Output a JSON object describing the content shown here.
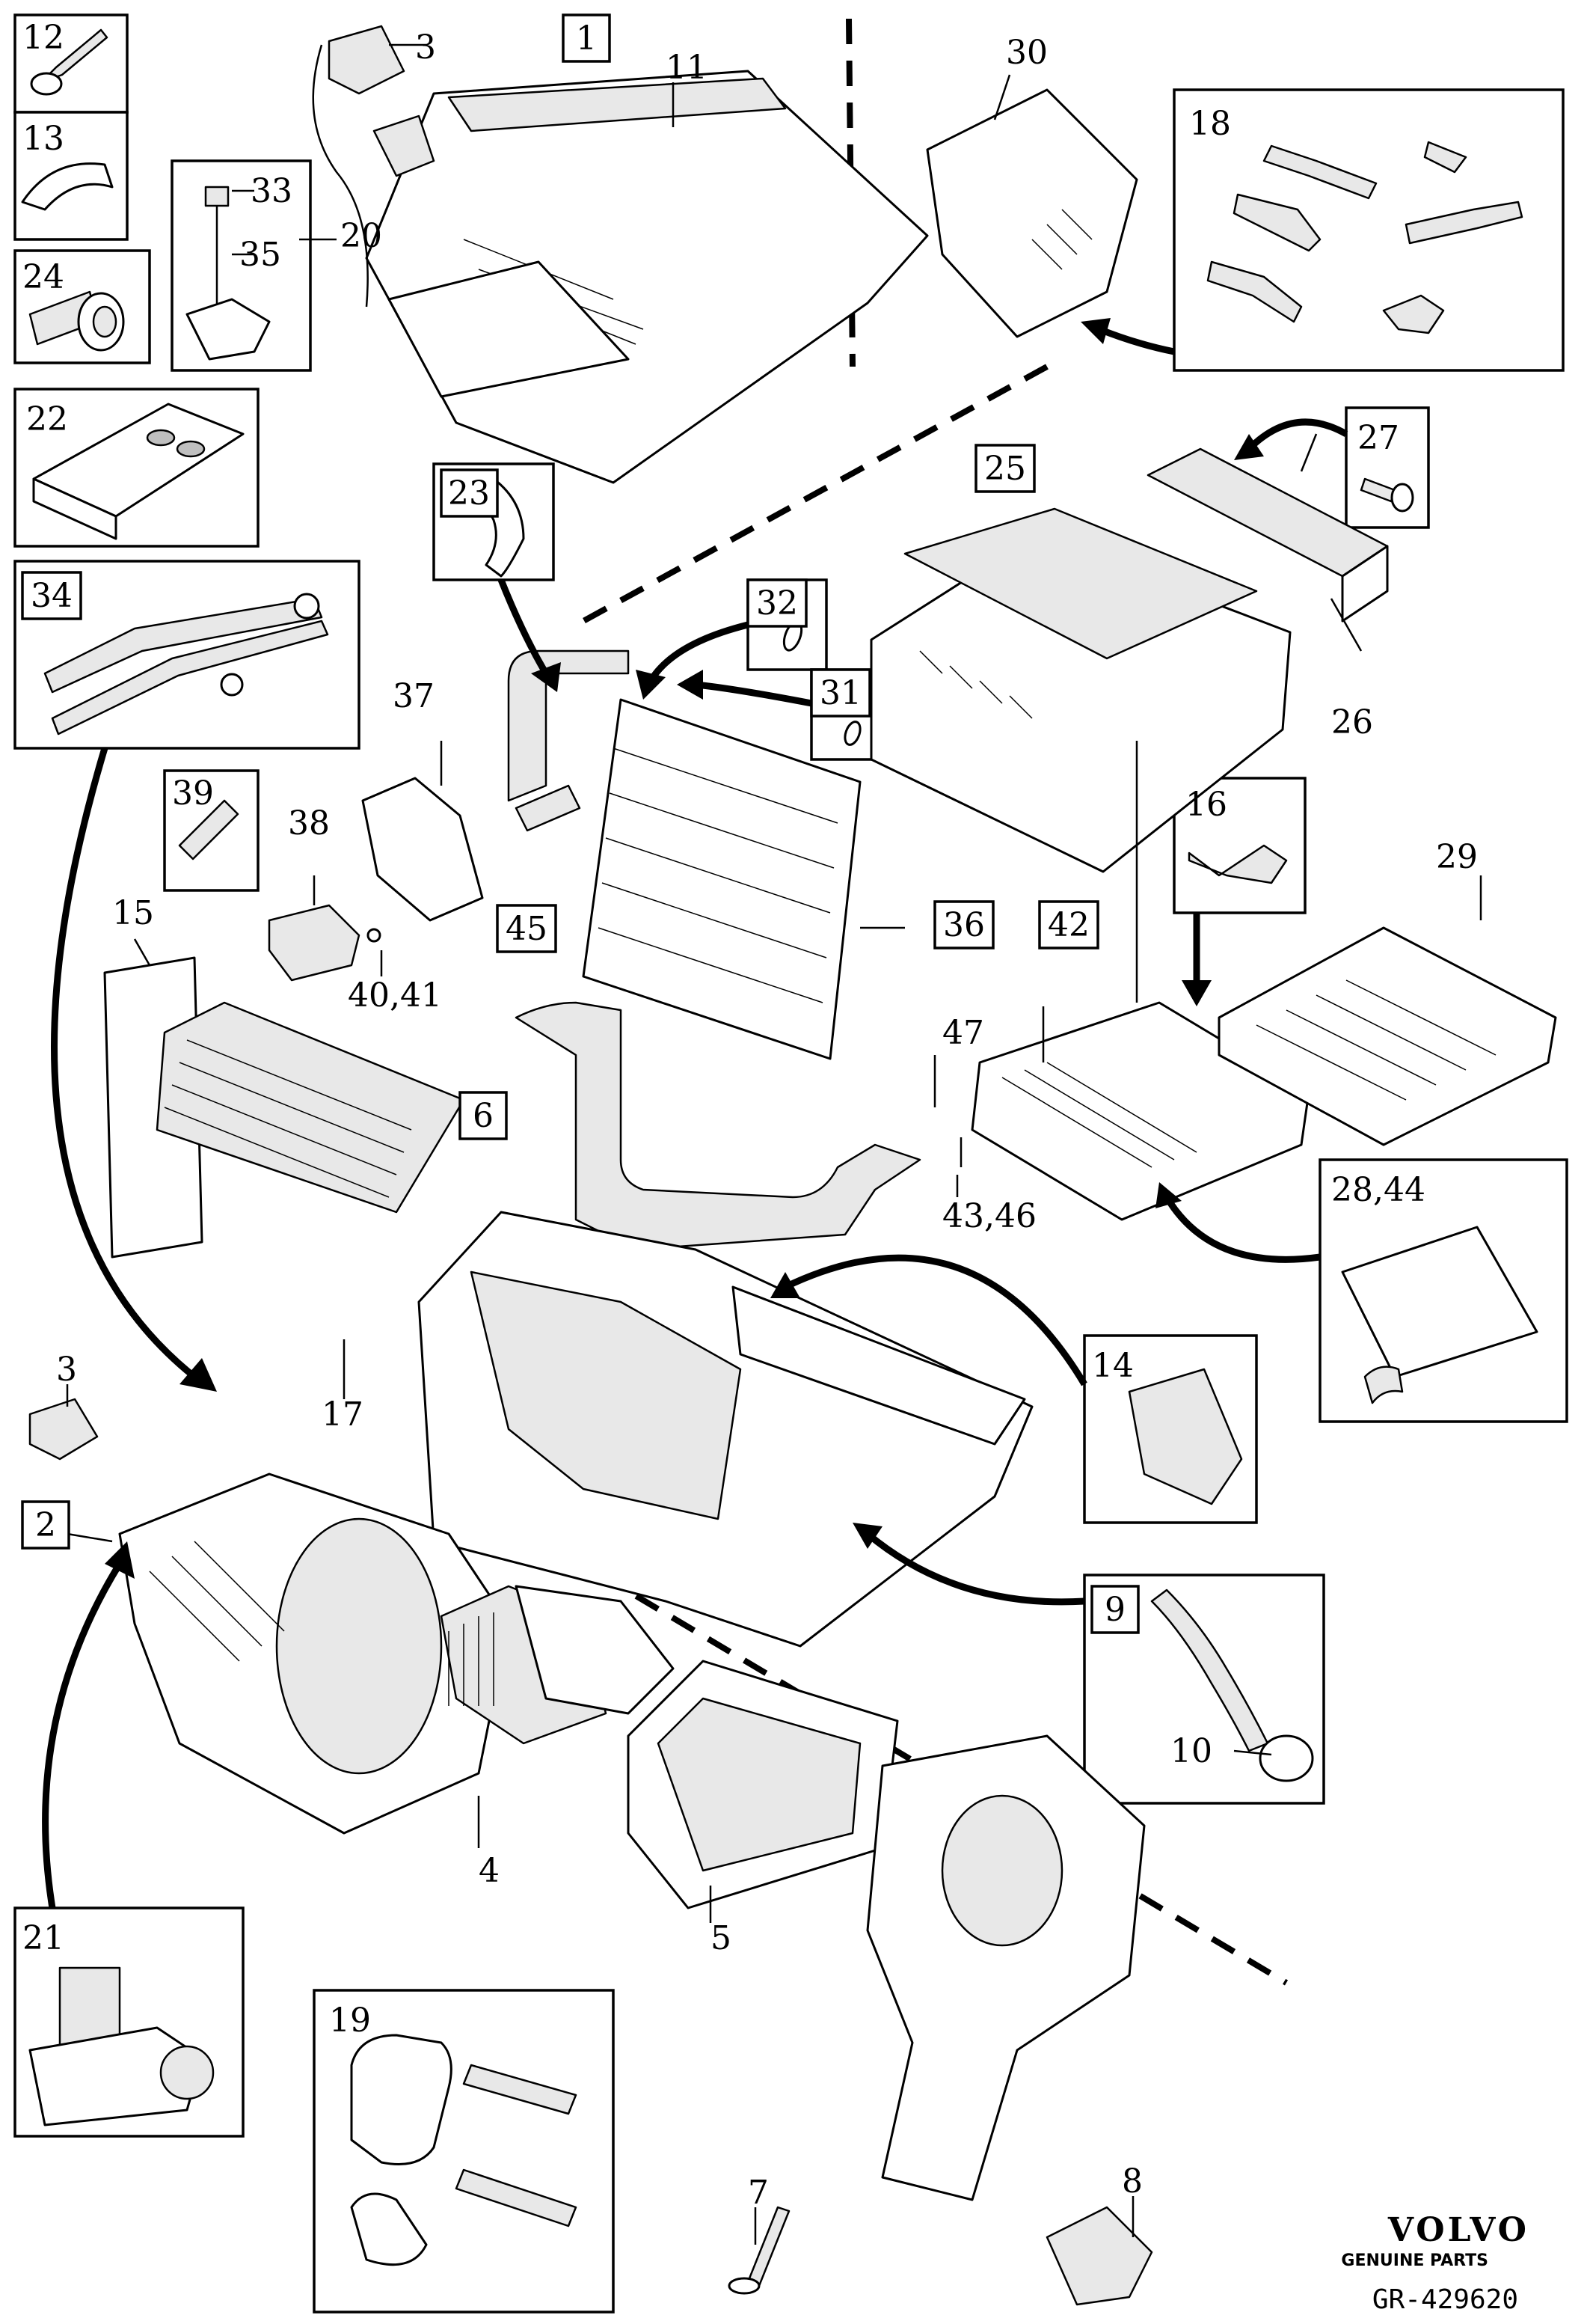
{
  "labels": {
    "l1": "1",
    "l2": "2",
    "l3a": "3",
    "l3b": "3",
    "l4": "4",
    "l5": "5",
    "l6": "6",
    "l7": "7",
    "l8": "8",
    "l9": "9",
    "l10": "10",
    "l11": "11",
    "l12": "12",
    "l13": "13",
    "l14": "14",
    "l15": "15",
    "l16": "16",
    "l17": "17",
    "l18": "18",
    "l19": "19",
    "l20": "20",
    "l21": "21",
    "l22": "22",
    "l23": "23",
    "l24": "24",
    "l25": "25",
    "l26": "26",
    "l27": "27",
    "l2844": "28,44",
    "l29": "29",
    "l30": "30",
    "l31": "31",
    "l32": "32",
    "l33": "33",
    "l34": "34",
    "l35": "35",
    "l36": "36",
    "l37": "37",
    "l38": "38",
    "l39": "39",
    "l4041": "40,41",
    "l42": "42",
    "l4346": "43,46",
    "l45": "45",
    "l47": "47"
  },
  "brand": {
    "name": "VOLVO",
    "subtitle": "GENUINE PARTS",
    "code": "GR-429620"
  },
  "icons": [
    "bolt-icon",
    "clip-icon",
    "grommet-icon",
    "motor-icon",
    "hose-icon",
    "filter-icon",
    "heater-core-icon",
    "evaporator-icon"
  ]
}
